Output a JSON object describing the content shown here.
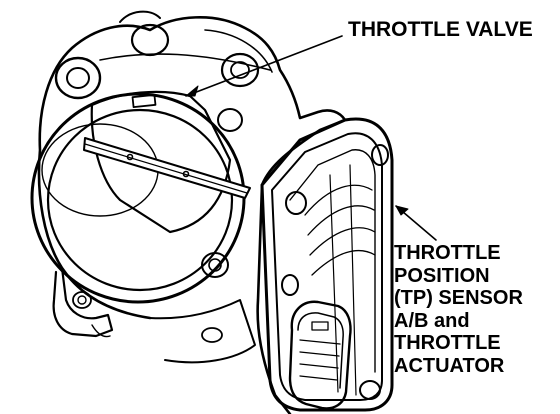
{
  "labels": {
    "throttle_valve": "THROTTLE VALVE",
    "tp_sensor_lines": [
      "THROTTLE",
      "POSITION",
      "(TP) SENSOR",
      "A/B and",
      "THROTTLE",
      "ACTUATOR"
    ]
  },
  "colors": {
    "ink": "#000000",
    "paper": "#ffffff"
  }
}
